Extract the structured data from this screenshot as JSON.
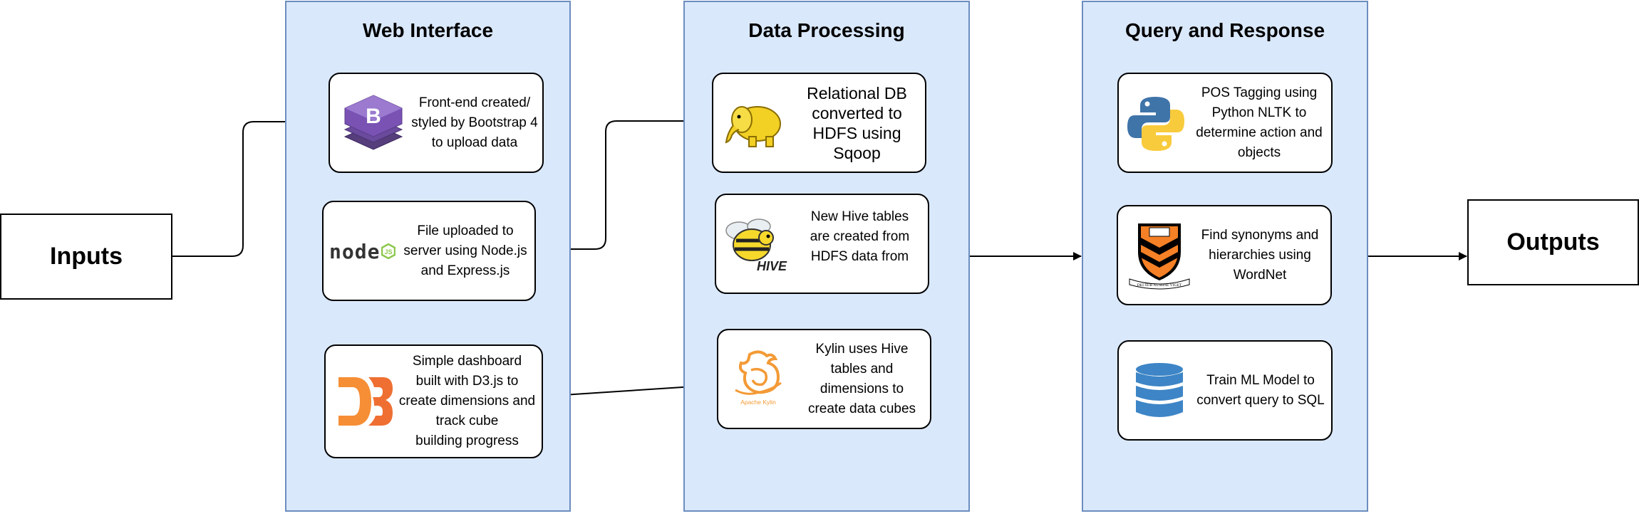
{
  "inputs_label": "Inputs",
  "outputs_label": "Outputs",
  "lanes": {
    "web": {
      "title": "Web Interface",
      "bootstrap_text": "Front-end created/\nstyled by Bootstrap 4\nto upload data",
      "node_text": "File uploaded to\nserver using Node.js\nand Express.js",
      "d3_text": "Simple dashboard\nbuilt with D3.js to\ncreate dimensions and\ntrack cube\nbuilding progress"
    },
    "data": {
      "title": "Data Processing",
      "sqoop_text": "Relational DB\nconverted to\nHDFS using\nSqoop",
      "hive_text": "New Hive tables\nare created from\nHDFS data from",
      "kylin_text": "Kylin uses Hive\ntables and\ndimensions to\ncreate data cubes"
    },
    "query": {
      "title": "Query and Response",
      "nltk_text": "POS Tagging using\nPython NLTK to\ndetermine action and\nobjects",
      "wordnet_text": "Find synonyms and\nhierarchies using\nWordNet",
      "ml_text": "Train ML Model to\nconvert query to SQL"
    }
  },
  "icons": {
    "bootstrap": "bootstrap-icon",
    "node": "nodejs-icon",
    "d3": "d3-icon",
    "hadoop": "hadoop-elephant-icon",
    "hive": "hive-bee-icon",
    "kylin": "apache-kylin-icon",
    "python": "python-icon",
    "princeton": "princeton-shield-icon",
    "database": "database-icon"
  },
  "colors": {
    "lane_fill": "#dae8fc",
    "lane_border": "#6c8ebf",
    "bootstrap": "#7952b3",
    "node": "#333333",
    "node_green": "#8cc84b",
    "d3": "#f68e35",
    "hadoop": "#f2d024",
    "kylin": "#f39a36",
    "python_blue": "#3f74a9",
    "python_yellow": "#f8cb3c",
    "princeton": "#f58025",
    "database": "#3d85c6"
  },
  "logo_text": {
    "node": "node",
    "hive": "HIVE",
    "kylin": "Apache Kylin",
    "princeton_motto": "DEI SUB NUMINE VIGET"
  }
}
